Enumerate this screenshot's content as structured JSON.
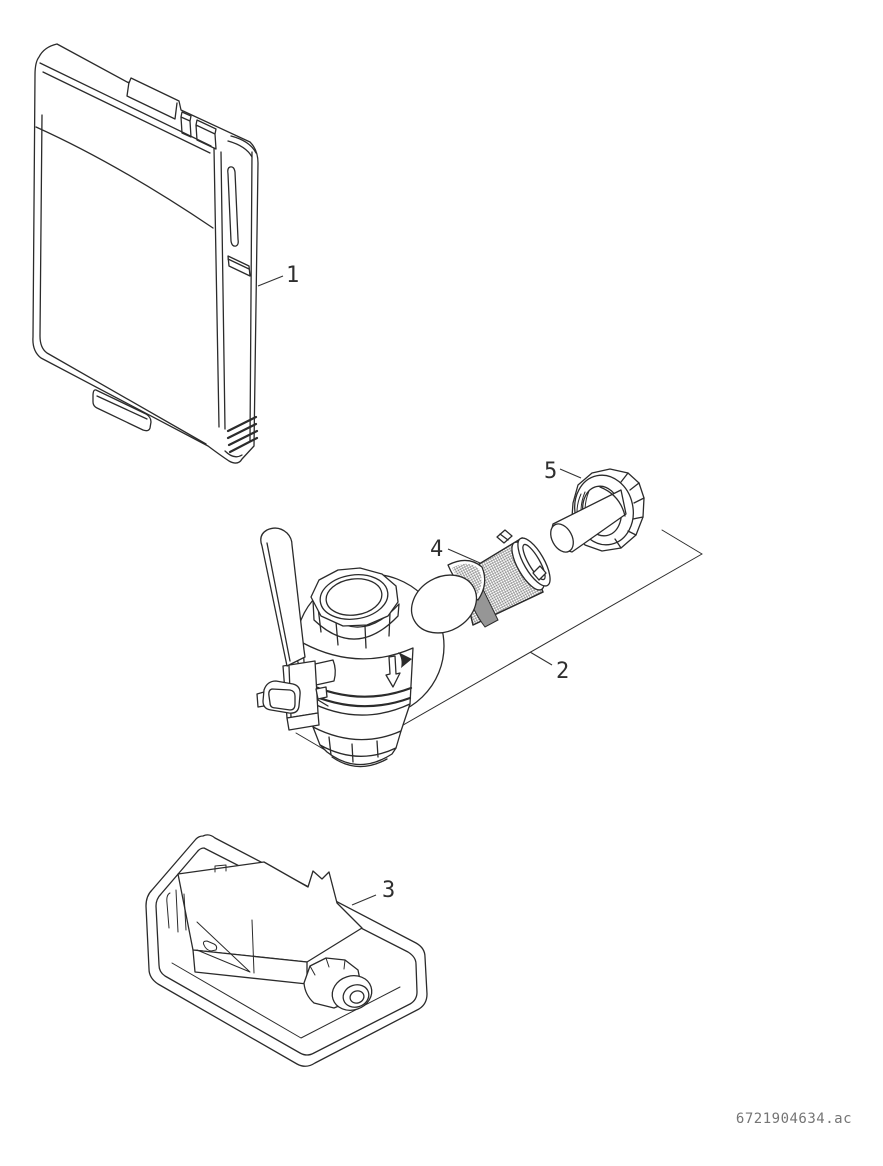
{
  "diagram": {
    "callouts": [
      {
        "number": "1",
        "part": "front-cover-panel"
      },
      {
        "number": "2",
        "part": "ball-valve-assembly"
      },
      {
        "number": "3",
        "part": "housing-base"
      },
      {
        "number": "4",
        "part": "filter-strainer-insert"
      },
      {
        "number": "5",
        "part": "union-nut-with-stub"
      }
    ],
    "drawing_code": "6721904634.ac"
  },
  "colors": {
    "line": "#2b2b2b",
    "label_text": "#2f2f2f",
    "code_text": "#757575",
    "background": "#ffffff",
    "mesh": "#777777",
    "shade": "#969696"
  }
}
